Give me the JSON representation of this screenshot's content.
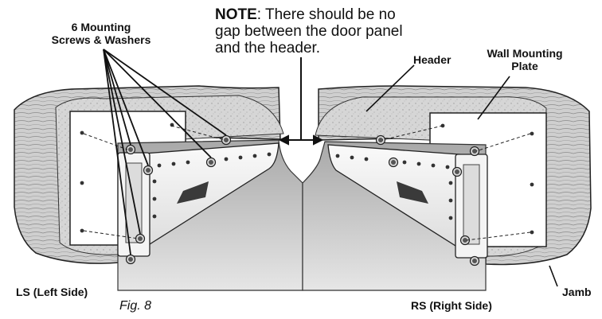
{
  "labels": {
    "screws": [
      "6 Mounting",
      "Screws & Washers"
    ],
    "note_prefix": "NOTE",
    "note_body": ": There should be no gap between the door panel and the header.",
    "header": "Header",
    "plate": [
      "Wall Mounting",
      "Plate"
    ],
    "left_side": "LS (Left Side)",
    "right_side": "RS (Right Side)",
    "jamb": "Jamb",
    "figure": "Fig. 8"
  }
}
